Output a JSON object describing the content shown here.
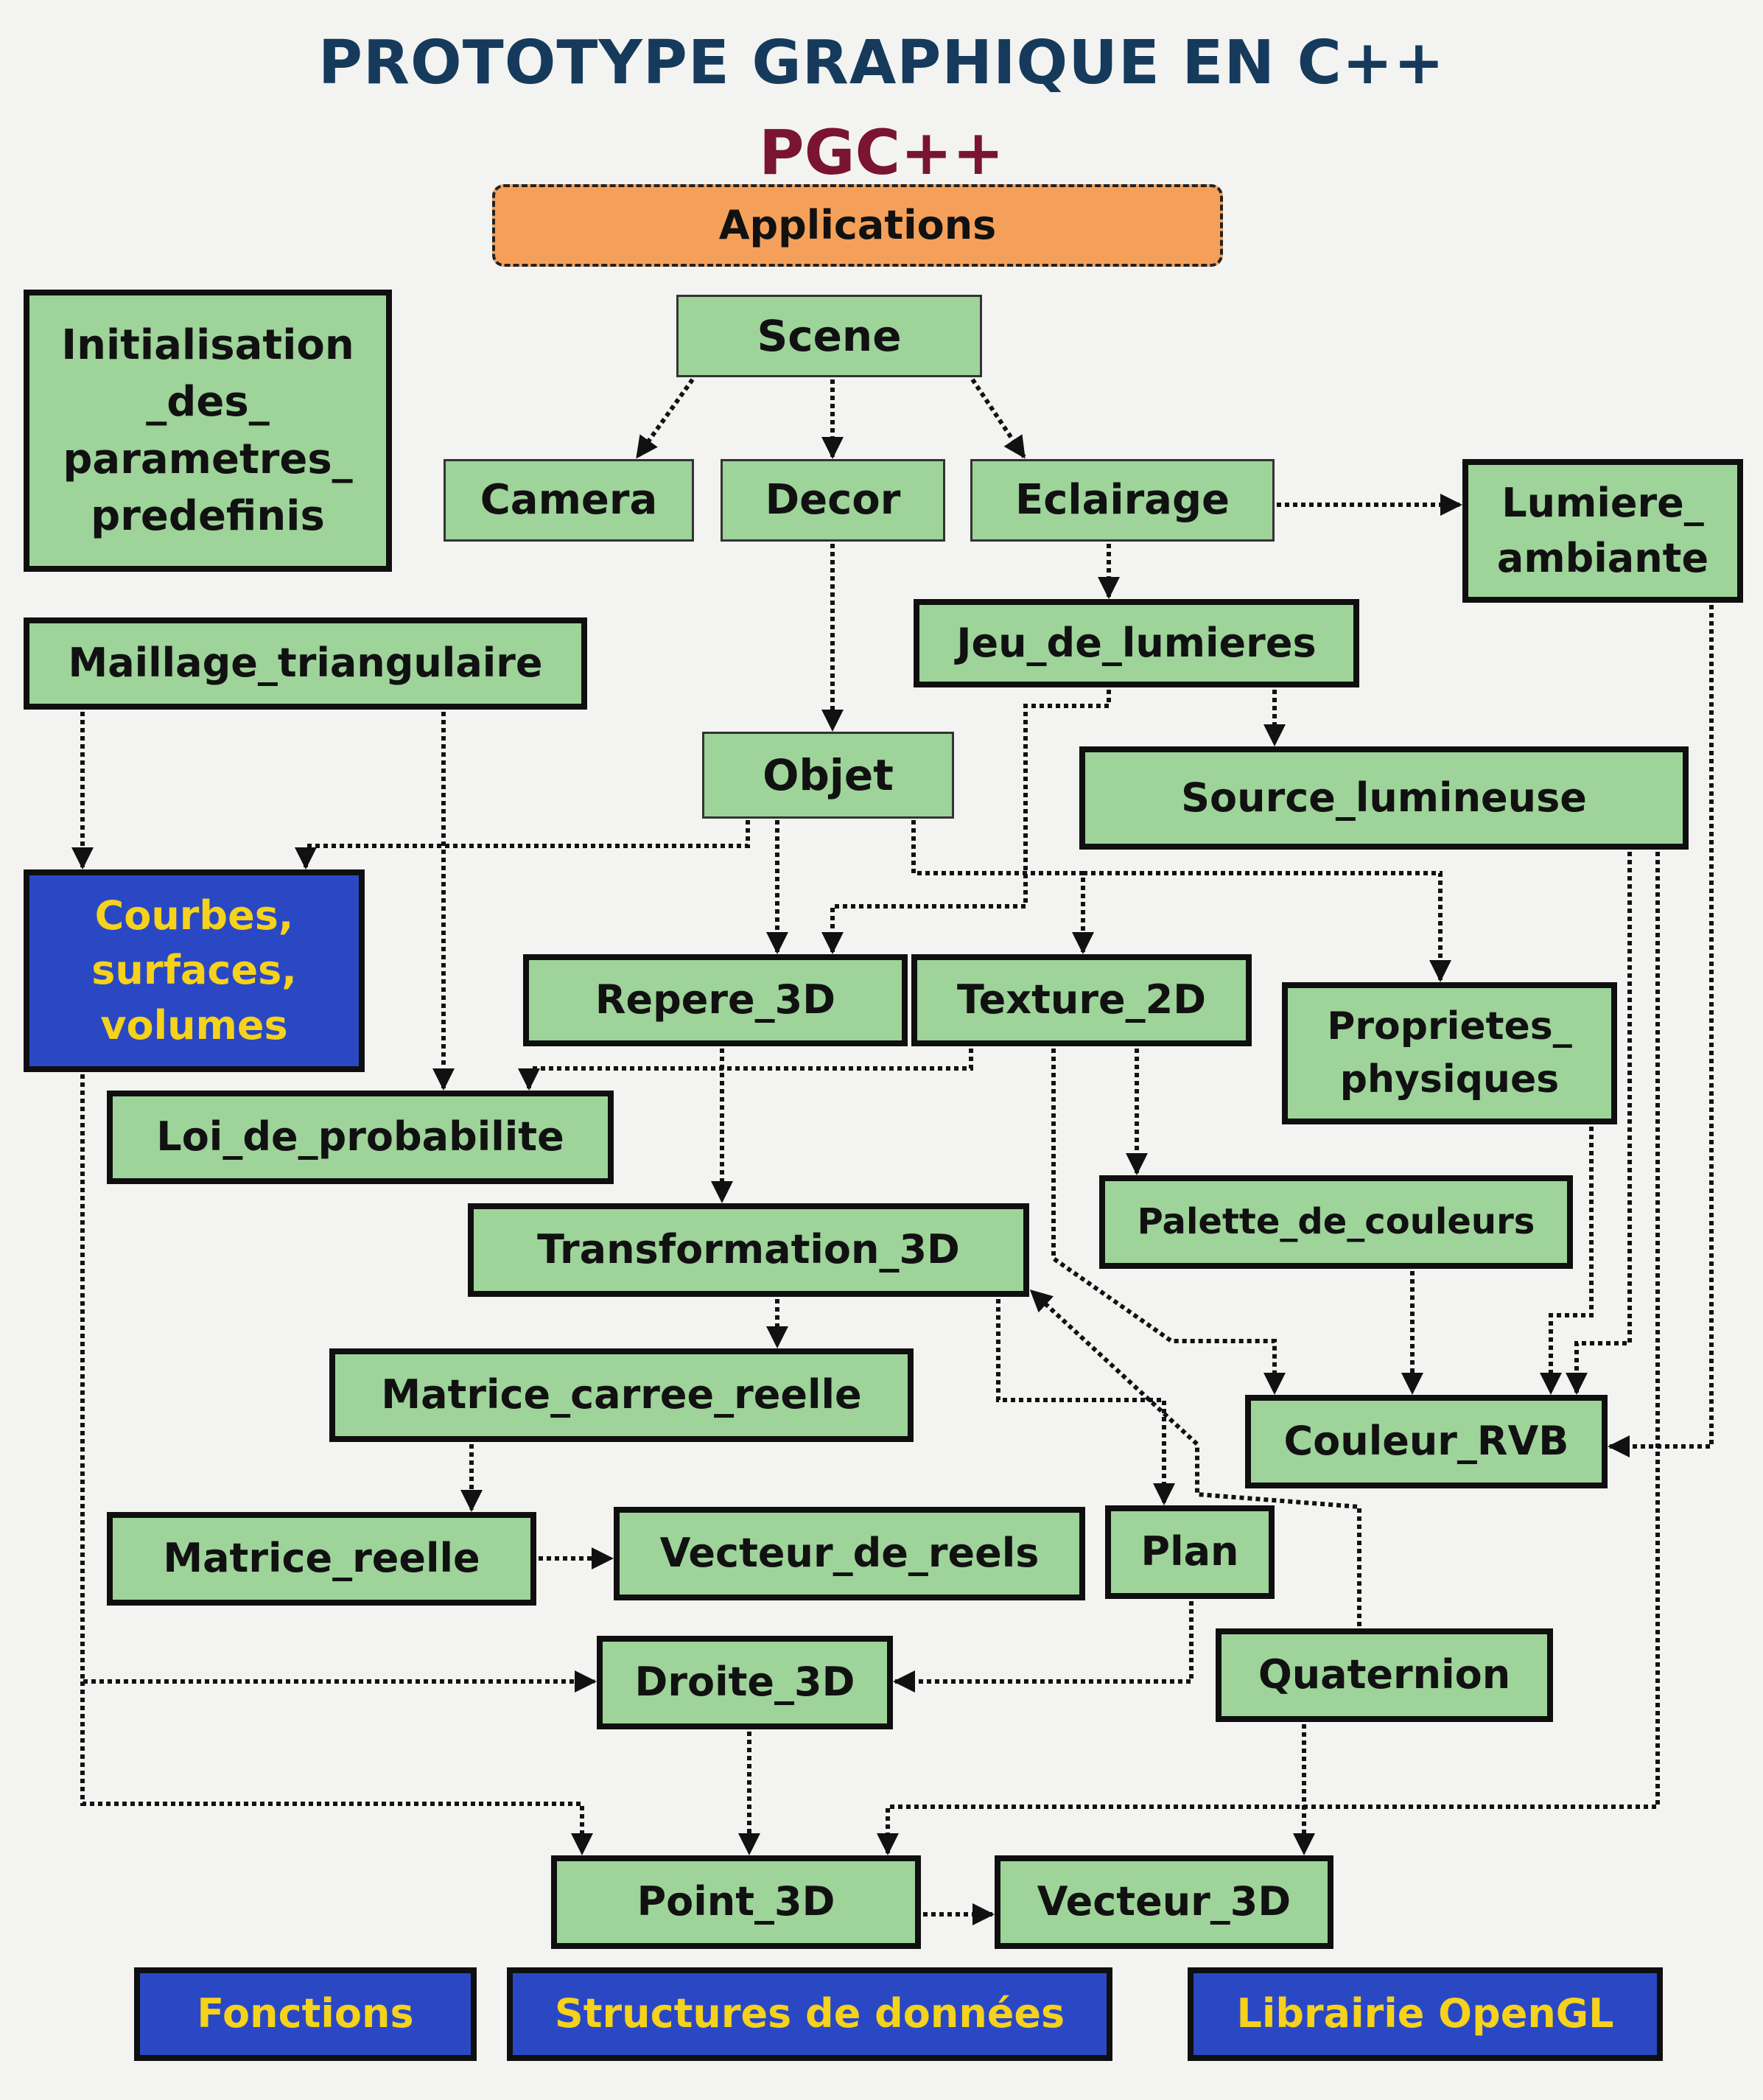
{
  "title": "PROTOTYPE GRAPHIQUE EN C++",
  "subtitle": "PGC++",
  "boxes": {
    "applications": "Applications",
    "scene": "Scene",
    "initialisation": "Initialisation\n_des_\nparametres_\npredefinis",
    "camera": "Camera",
    "decor": "Decor",
    "eclairage": "Eclairage",
    "lumiere_ambiante": "Lumiere_\nambiante",
    "maillage": "Maillage_triangulaire",
    "jeu_de_lumieres": "Jeu_de_lumieres",
    "objet": "Objet",
    "source_lumineuse": "Source_lumineuse",
    "courbes": "Courbes,\nsurfaces,\nvolumes",
    "repere_3d": "Repere_3D",
    "texture_2d": "Texture_2D",
    "proprietes": "Proprietes_\nphysiques",
    "loi_de_probabilite": "Loi_de_probabilite",
    "transformation_3d": "Transformation_3D",
    "palette": "Palette_de_couleurs",
    "matrice_carree": "Matrice_carree_reelle",
    "couleur_rvb": "Couleur_RVB",
    "matrice_reelle": "Matrice_reelle",
    "vecteur_de_reels": "Vecteur_de_reels",
    "plan": "Plan",
    "droite_3d": "Droite_3D",
    "quaternion": "Quaternion",
    "point_3d": "Point_3D",
    "vecteur_3d": "Vecteur_3D"
  },
  "legend": {
    "fonctions": "Fonctions",
    "structures": "Structures de données",
    "opengl": "Librairie OpenGL"
  },
  "colors": {
    "box_green": "#9ed39a",
    "legend_blue": "#2b48c4",
    "legend_text": "#f5d21b",
    "applications_orange": "#f5a05a",
    "title": "#153a5c",
    "subtitle": "#7a1430"
  }
}
